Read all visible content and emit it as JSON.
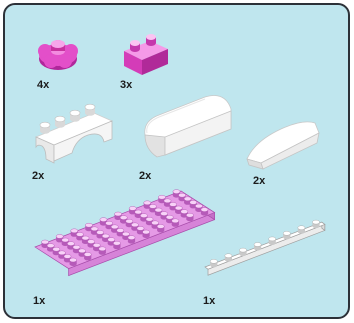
{
  "parts": [
    {
      "name": "flower-plate-pink",
      "quantity": "4x",
      "color": "#e34fc9"
    },
    {
      "name": "brick-1x2-pink",
      "quantity": "3x",
      "color": "#e34fc9"
    },
    {
      "name": "arch-1x4-white",
      "quantity": "2x",
      "color": "#ffffff"
    },
    {
      "name": "curved-slope-white",
      "quantity": "2x",
      "color": "#ffffff"
    },
    {
      "name": "curved-slope-small-white",
      "quantity": "2x",
      "color": "#ffffff"
    },
    {
      "name": "plate-6x10-lavender",
      "quantity": "1x",
      "color": "#e59ae6"
    },
    {
      "name": "plate-1x8-white",
      "quantity": "1x",
      "color": "#ffffff"
    }
  ],
  "colors": {
    "background": "#bfe6ee",
    "border": "#2c3138",
    "pink": "#e34fc9",
    "lavender": "#e59ae6",
    "white": "#ffffff"
  }
}
